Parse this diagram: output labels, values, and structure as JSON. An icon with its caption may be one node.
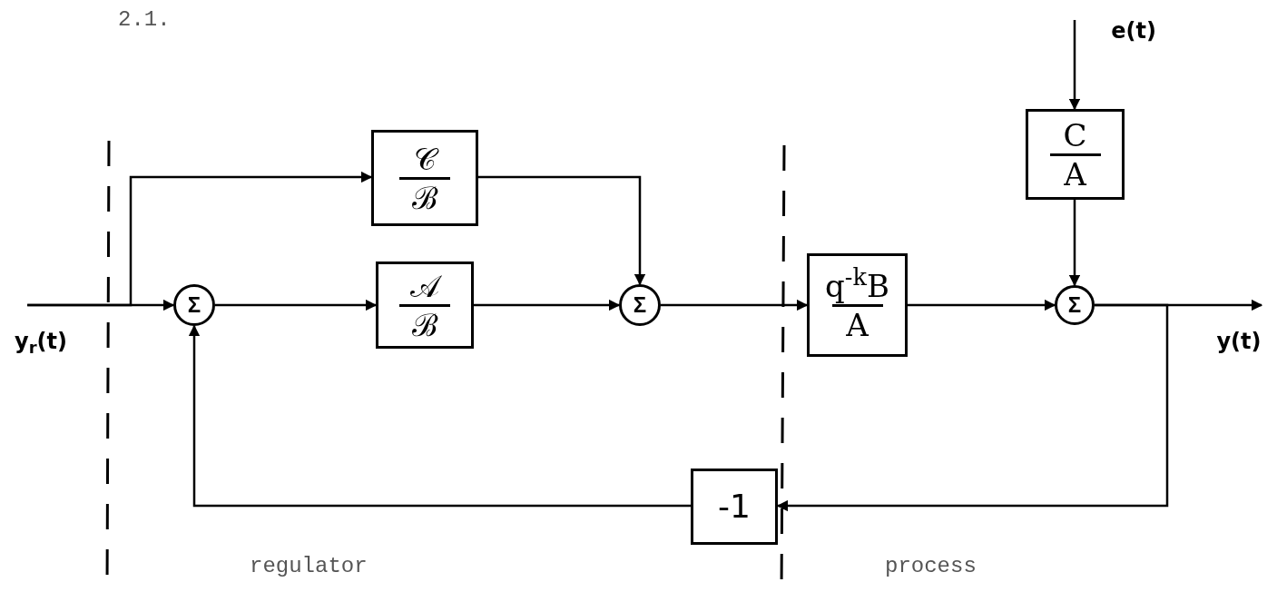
{
  "diagram": {
    "nodes": [
      {
        "text": [
          "y$_{r}$(t)"
        ]
      },
      {
        "text": [
          "Σ"
        ]
      },
      {
        "text": [
          "𝒞",
          "ℬ"
        ]
      },
      {
        "text": [
          "𝒜",
          "ℬ"
        ]
      },
      {
        "text": [
          "Σ"
        ]
      },
      {
        "text": [
          "q$^{-k}$B",
          "A"
        ]
      },
      {
        "text": [
          "C",
          "A"
        ]
      },
      {
        "text": [
          "Σ"
        ]
      },
      {
        "text": [
          "e(t)"
        ]
      },
      {
        "text": [
          "y(t)"
        ]
      },
      {
        "text": [
          "-1"
        ]
      }
    ],
    "edges": [
      {
        "from": 0,
        "to": 1,
        "arrow": "to"
      },
      {
        "from": 0,
        "to": 2,
        "arrow": "to"
      },
      {
        "from": 1,
        "to": 3,
        "arrow": "to"
      },
      {
        "from": 2,
        "to": 4,
        "arrow": "to"
      },
      {
        "from": 3,
        "to": 4,
        "arrow": "to"
      },
      {
        "from": 4,
        "to": 5,
        "arrow": "to"
      },
      {
        "from": 8,
        "to": 6,
        "arrow": "to"
      },
      {
        "from": 6,
        "to": 7,
        "arrow": "to"
      },
      {
        "from": 5,
        "to": 7,
        "arrow": "to"
      },
      {
        "from": 7,
        "to": 9,
        "arrow": "to"
      },
      {
        "from": 7,
        "to": 10,
        "arrow": "to"
      },
      {
        "from": 10,
        "to": 1,
        "arrow": "to"
      }
    ],
    "labels": [
      "2.1.",
      "regulator",
      "process"
    ]
  }
}
